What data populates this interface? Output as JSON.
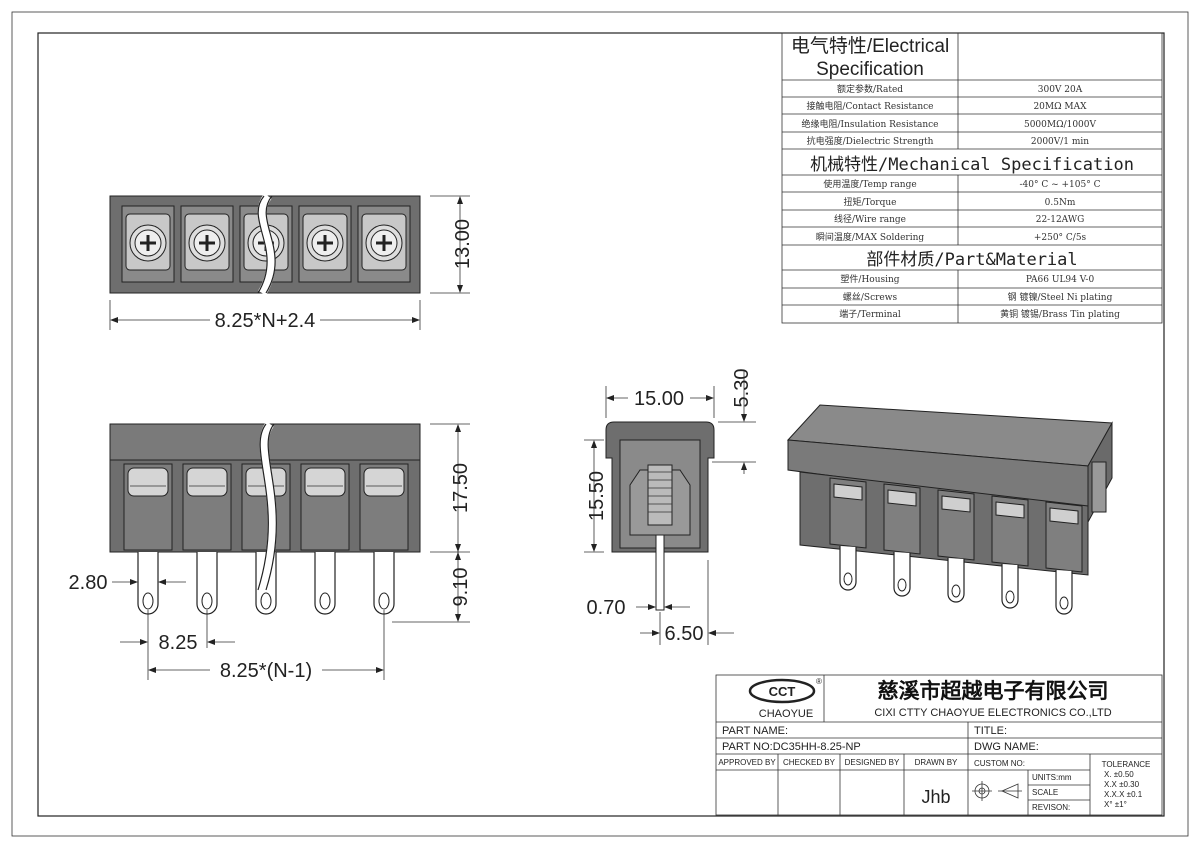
{
  "spec_table": {
    "electrical_title_1": "电气特性/Electrical",
    "electrical_title_2": "Specification",
    "electrical_rows": [
      {
        "label": "额定参数/Rated",
        "value": "300V  20A"
      },
      {
        "label": "接触电阻/Contact Resistance",
        "value": "20MΩ MAX"
      },
      {
        "label": "绝缘电阻/Insulation Resistance",
        "value": "5000MΩ/1000V"
      },
      {
        "label": "抗电强度/Dielectric Strength",
        "value": "2000V/1 min"
      }
    ],
    "mechanical_title": "机械特性/Mechanical Specification",
    "mechanical_rows": [
      {
        "label": "使用温度/Temp range",
        "value": "-40° C ~ +105° C"
      },
      {
        "label": "扭矩/Torque",
        "value": "0.5Nm"
      },
      {
        "label": "线径/Wire range",
        "value": "22-12AWG"
      },
      {
        "label": "瞬间温度/MAX Soldering",
        "value": "+250° C/5s"
      }
    ],
    "material_title": "部件材质/Part&Material",
    "material_rows": [
      {
        "label": "塑件/Housing",
        "value": "PA66 UL94 V-0"
      },
      {
        "label": "螺丝/Screws",
        "value": "钢 镀镍/Steel Ni plating"
      },
      {
        "label": "端子/Terminal",
        "value": "黄铜 镀锡/Brass Tin  plating"
      }
    ]
  },
  "dimensions": {
    "top_height": "13.00",
    "top_width": "8.25*N+2.4",
    "front_height": "17.50",
    "pin_length": "9.10",
    "pin_width": "2.80",
    "pitch": "8.25",
    "pitch_total": "8.25*(N-1)",
    "side_width": "15.00",
    "side_overhang": "5.30",
    "side_height": "15.50",
    "pin_thickness": "0.70",
    "pin_offset": "6.50"
  },
  "title_block": {
    "logo_mark": "CCT",
    "logo_reg": "®",
    "logo_name": "CHAOYUE",
    "company_cn": "慈溪市超越电子有限公司",
    "company_en": "CIXI CTTY CHAOYUE ELECTRONICS CO.,LTD",
    "part_name_label": "PART NAME:",
    "title_label": "TITLE:",
    "part_no_label": "PART NO:DC35HH-8.25-NP",
    "dwg_name_label": "DWG NAME:",
    "approved_by": "APPROVED BY",
    "checked_by": "CHECKED BY",
    "designed_by": "DESIGNED BY",
    "drawn_by": "DRAWN BY",
    "drawn_by_value": "Jhb",
    "custom_no": "CUSTOM NO:",
    "units": "UNITS:mm",
    "scale": "SCALE",
    "revision": "REVISON:",
    "tolerance_title": "TOLERANCE",
    "tolerances": [
      "X.       ±0.50",
      "X.X      ±0.30",
      "X.X.X  ±0.1",
      "X°        ±1°"
    ]
  },
  "colors": {
    "body": "#6e6e6e",
    "line": "#222222",
    "background": "#ffffff"
  }
}
